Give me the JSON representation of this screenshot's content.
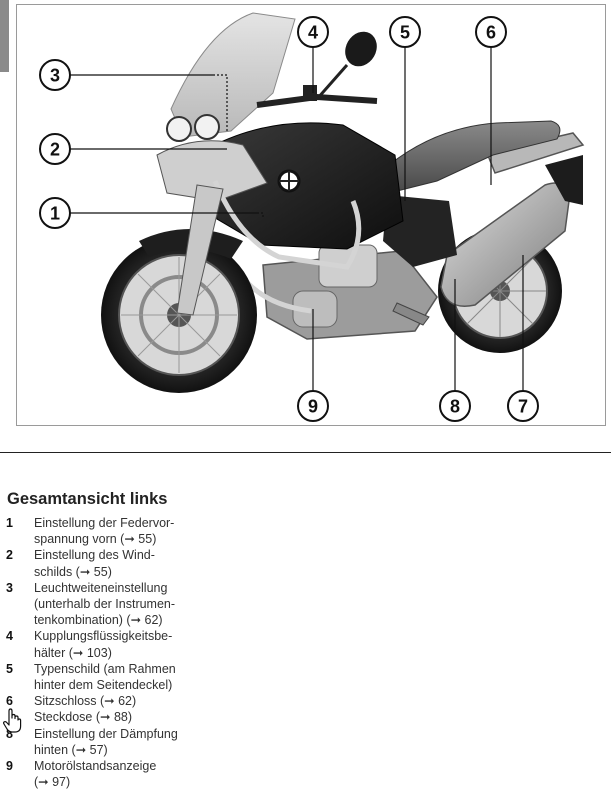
{
  "section": {
    "title": "Gesamtansicht links"
  },
  "figure": {
    "callouts": [
      "1",
      "2",
      "3",
      "4",
      "5",
      "6",
      "7",
      "8",
      "9"
    ]
  },
  "items": [
    {
      "num": "1",
      "lines": [
        "Einstellung der Federvor-",
        "spannung vorn  (➞ 55)"
      ]
    },
    {
      "num": "2",
      "lines": [
        "Einstellung des Wind-",
        "schilds  (➞ 55)"
      ]
    },
    {
      "num": "3",
      "lines": [
        "Leuchtweiteneinstellung",
        "(unterhalb der Instrumen-",
        "tenkombination)  (➞ 62)"
      ]
    },
    {
      "num": "4",
      "lines": [
        "Kupplungsflüssigkeitsbe-",
        "hälter  (➞ 103)"
      ]
    },
    {
      "num": "5",
      "lines": [
        "Typenschild (am Rahmen",
        "hinter dem Seitendeckel)"
      ]
    },
    {
      "num": "6",
      "lines": [
        "Sitzschloss  (➞ 62)",
        "Steckdose  (➞ 88)"
      ]
    },
    {
      "num": "8",
      "lines": [
        "Einstellung der Dämpfung",
        "hinten  (➞ 57)"
      ]
    },
    {
      "num": "9",
      "lines": [
        "Motorölstandsanzeige",
        "(➞ 97)"
      ]
    }
  ],
  "icons": {
    "pointer": "hand-pointer-icon"
  }
}
